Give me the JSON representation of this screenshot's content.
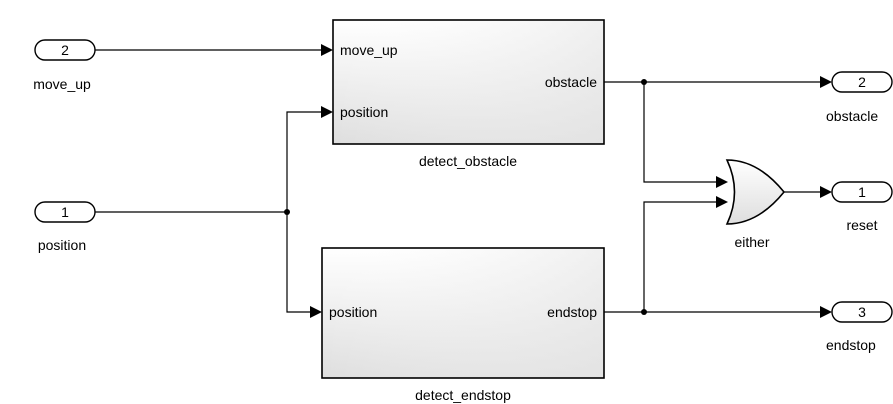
{
  "inports": [
    {
      "number": "2",
      "name": "move_up"
    },
    {
      "number": "1",
      "name": "position"
    }
  ],
  "outports": [
    {
      "number": "2",
      "name": "obstacle"
    },
    {
      "number": "1",
      "name": "reset"
    },
    {
      "number": "3",
      "name": "endstop"
    }
  ],
  "subsystems": {
    "detect_obstacle": {
      "name": "detect_obstacle",
      "inputs": [
        "move_up",
        "position"
      ],
      "output": "obstacle"
    },
    "detect_endstop": {
      "name": "detect_endstop",
      "inputs": [
        "position"
      ],
      "output": "endstop"
    }
  },
  "or_gate": {
    "name": "either"
  },
  "icons": {
    "inport": "rounded-port-icon",
    "outport": "rounded-port-icon",
    "logic": "or-gate-icon",
    "arrow": "arrowhead-icon"
  },
  "colors": {
    "background": "#ffffff",
    "line": "#000000",
    "block_gradient_top": "#ffffff",
    "block_gradient_bottom": "#dedede"
  }
}
